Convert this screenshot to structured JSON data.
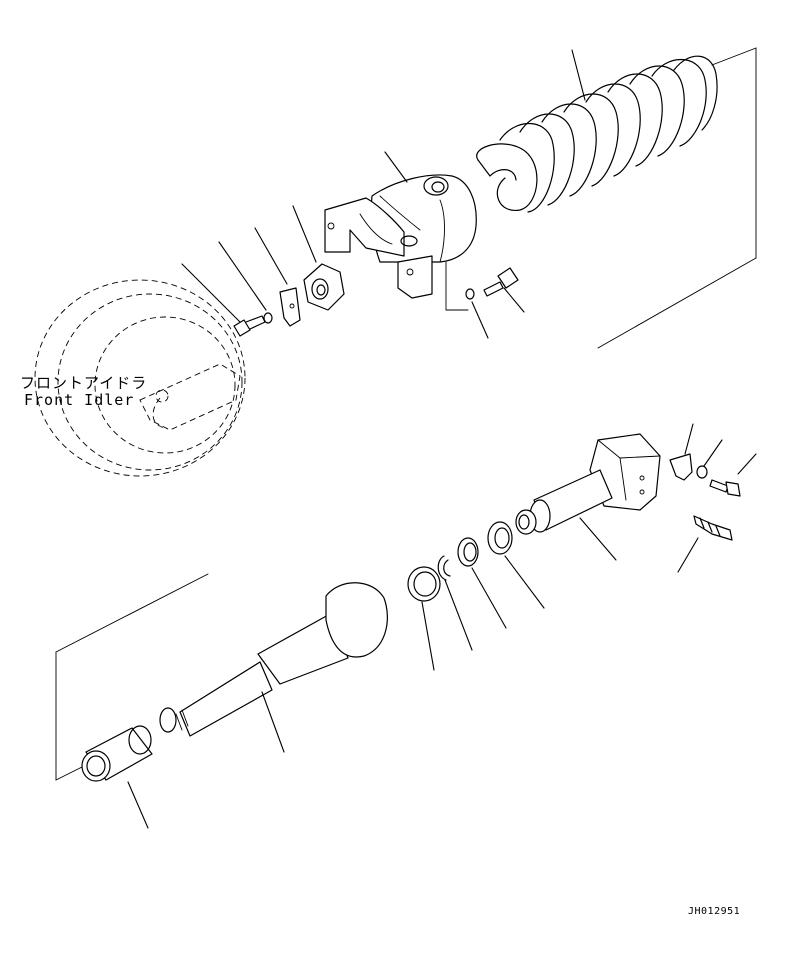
{
  "diagram": {
    "idler_label_japanese": "フロントアイドラ",
    "idler_label_english": "Front Idler",
    "drawing_code": "JH012951"
  }
}
